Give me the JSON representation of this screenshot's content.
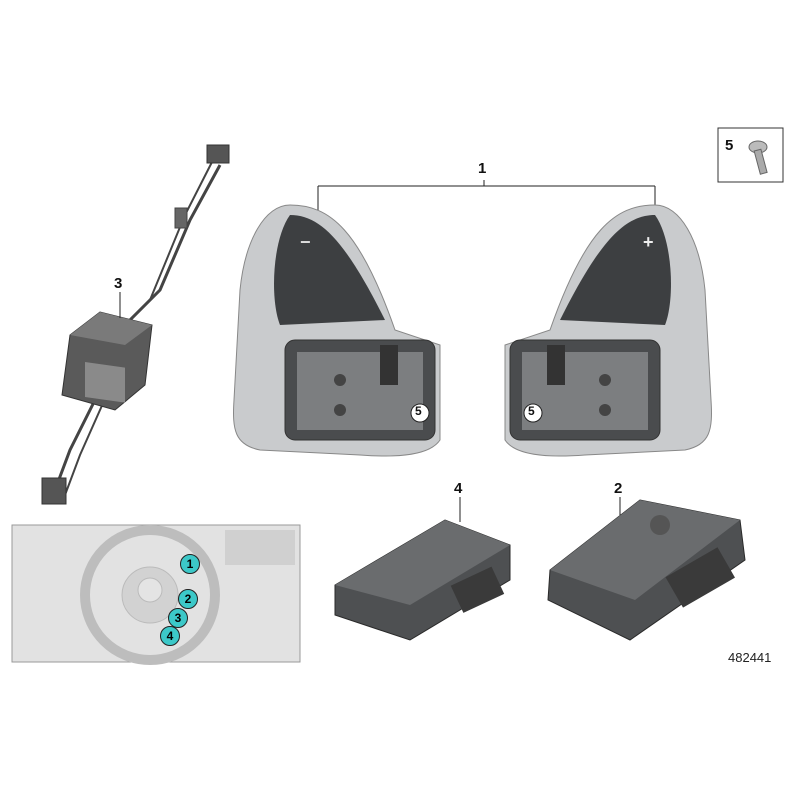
{
  "callouts": {
    "paddles": "1",
    "module_right": "2",
    "harness": "3",
    "module_left": "4",
    "screw": "5",
    "screw_left_paddle": "5",
    "screw_right_paddle": "5"
  },
  "paddle_symbols": {
    "minus": "−",
    "plus": "+"
  },
  "inset": {
    "markers": [
      "1",
      "2",
      "3",
      "4"
    ],
    "marker_color": "#3cc8c8"
  },
  "diagram_id": "482441"
}
